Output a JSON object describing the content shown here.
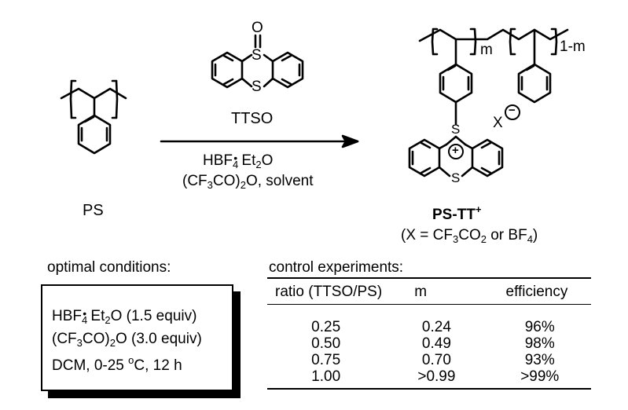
{
  "labels": {
    "reagent_name": "TTSO",
    "reagent_S_top": "S",
    "reagent_O": "O",
    "reagent_S_bottom": "S",
    "cond1_a": "HBF",
    "cond1_sub": "4",
    "cond1_dot": "•",
    "cond1_b": " Et",
    "cond1_sub2": "2",
    "cond1_c": "O",
    "cond2_a": "(CF",
    "cond2_sub": "3",
    "cond2_b": "CO)",
    "cond2_sub2": "2",
    "cond2_c": "O, solvent",
    "ps_name": "PS",
    "product_name": "PS-TT",
    "product_charge": "+",
    "product_S_top": "S",
    "product_S_bottom": "S",
    "plus_sign": "+",
    "counterion_X": "X",
    "minus_sign": "−",
    "sub_m": "m",
    "sub_1m": "1-m",
    "x_def_a": "(X = CF",
    "x_def_sub1": "3",
    "x_def_b": "CO",
    "x_def_sub2": "2",
    "x_def_c": " or BF",
    "x_def_sub3": "4",
    "x_def_d": ")"
  },
  "optimal": {
    "title": "optimal conditions:",
    "line1_a": "HBF",
    "line1_sub": "4",
    "line1_dot": "•",
    "line1_b": " Et",
    "line1_sub2": "2",
    "line1_c": "O (1.5 equiv)",
    "line2_a": "(CF",
    "line2_sub": "3",
    "line2_b": "CO)",
    "line2_sub2": "2",
    "line2_c": "O (3.0 equiv)",
    "line3_a": "DCM, 0-25 ",
    "line3_sup": "o",
    "line3_b": "C, 12 h"
  },
  "control": {
    "title": "control experiments:",
    "headers": [
      "ratio (TTSO/PS)",
      "m",
      "efficiency"
    ],
    "rows": [
      [
        "0.25",
        "0.24",
        "96%"
      ],
      [
        "0.50",
        "0.49",
        "98%"
      ],
      [
        "0.75",
        "0.70",
        "93%"
      ],
      [
        "1.00",
        ">0.99",
        ">99%"
      ]
    ]
  }
}
